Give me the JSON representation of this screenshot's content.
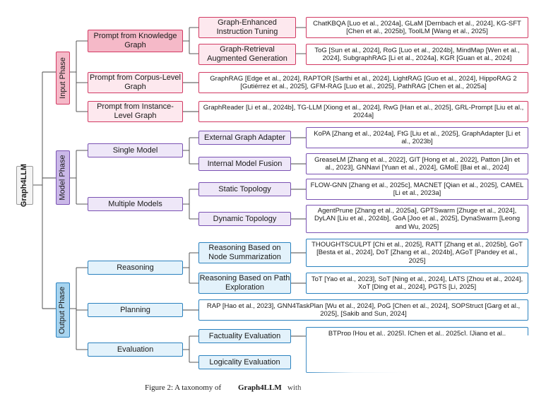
{
  "root": "Graph4LLM",
  "phases": {
    "input": "Input Phase",
    "model": "Model Phase",
    "output": "Output Phase"
  },
  "categories": {
    "kg": "Prompt from Knowledge Graph",
    "corpus": "Prompt from Corpus-Level Graph",
    "instance": "Prompt from Instance-Level Graph",
    "single": "Single Model",
    "multiple": "Multiple Models",
    "reasoning": "Reasoning",
    "planning": "Planning",
    "evaluation": "Evaluation"
  },
  "subcategories": {
    "graph_enhanced": "Graph-Enhanced Instruction Tuning",
    "graph_retrieval": "Graph-Retrieval Augmented Generation",
    "external_adapter": "External Graph Adapter",
    "internal_fusion": "Internal Model Fusion",
    "static": "Static Topology",
    "dynamic": "Dynamic Topology",
    "node_summ": "Reasoning Based on Node Summarization",
    "path_expl": "Reasoning Based on Path Exploration",
    "factuality": "Factuality Evaluation",
    "logicality": "Logicality Evaluation"
  },
  "leaves": {
    "graph_enhanced": "ChatKBQA [Luo et al., 2024a], GLaM [Dernbach et al., 2024], KG-SFT [Chen et al., 2025b], ToolLM [Wang et al., 2025]",
    "graph_retrieval": "ToG [Sun et al., 2024], RoG [Luo et al., 2024b], MindMap [Wen et al., 2024], SubgraphRAG [Li et al., 2024a], KGR [Guan et al., 2024]",
    "corpus": "GraphRAG [Edge et al., 2024], RAPTOR [Sarthi et al., 2024], LightRAG [Guo et al., 2024], HippoRAG 2 [Gutiérrez et al., 2025], GFM-RAG [Luo et al., 2025], PathRAG [Chen et al., 2025a]",
    "instance": "GraphReader [Li et al., 2024b], TG-LLM [Xiong et al., 2024], RwG [Han et al., 2025], GRL-Prompt [Liu et al., 2024a]",
    "external_adapter": "KoPA [Zhang et al., 2024a], FtG [Liu et al., 2025], GraphAdapter [Li et al., 2023b]",
    "internal_fusion": "GreaseLM [Zhang et al., 2022], GIT [Hong et al., 2022], Patton [Jin et al., 2023], GNNavi [Yuan et al., 2024], GMoE [Bai et al., 2024]",
    "static": "FLOW-GNN [Zhang et al., 2025c], MACNET [Qian et al., 2025], CAMEL [Li et al., 2023a]",
    "dynamic": "AgentPrune [Zhang et al., 2025a], GPTSwarm [Zhuge et al., 2024], DyLAN [Liu et al., 2024b], GoA [Joo et al., 2025], DynaSwarm [Leong and Wu, 2025]",
    "node_summ": "THOUGHTSCULPT [Chi et al., 2025], RATT [Zhang et al., 2025b], GoT [Besta et al., 2024], DoT [Zhang et al., 2024b], AGoT [Pandey et al., 2025]",
    "path_expl": "ToT [Yao et al., 2023], SoT [Ning et al., 2024], LATS [Zhou et al., 2024], XoT [Ding et al., 2024], PGTS [Li, 2025]",
    "planning": "RAP [Hao et al., 2023], GNN4TaskPlan [Wu et al., 2024], PoG [Chen et al., 2024], SOPStruct [Garg et al., 2025], [Sakib and Sun, 2024]",
    "evaluation": "BTProp [Hou et al., 2025], [Chen et al., 2025c], [Jiang et al.,"
  },
  "caption": {
    "prefix": "Figure 2: A taxonomy of",
    "bold": "Graph4LLM",
    "suffix": "with"
  }
}
